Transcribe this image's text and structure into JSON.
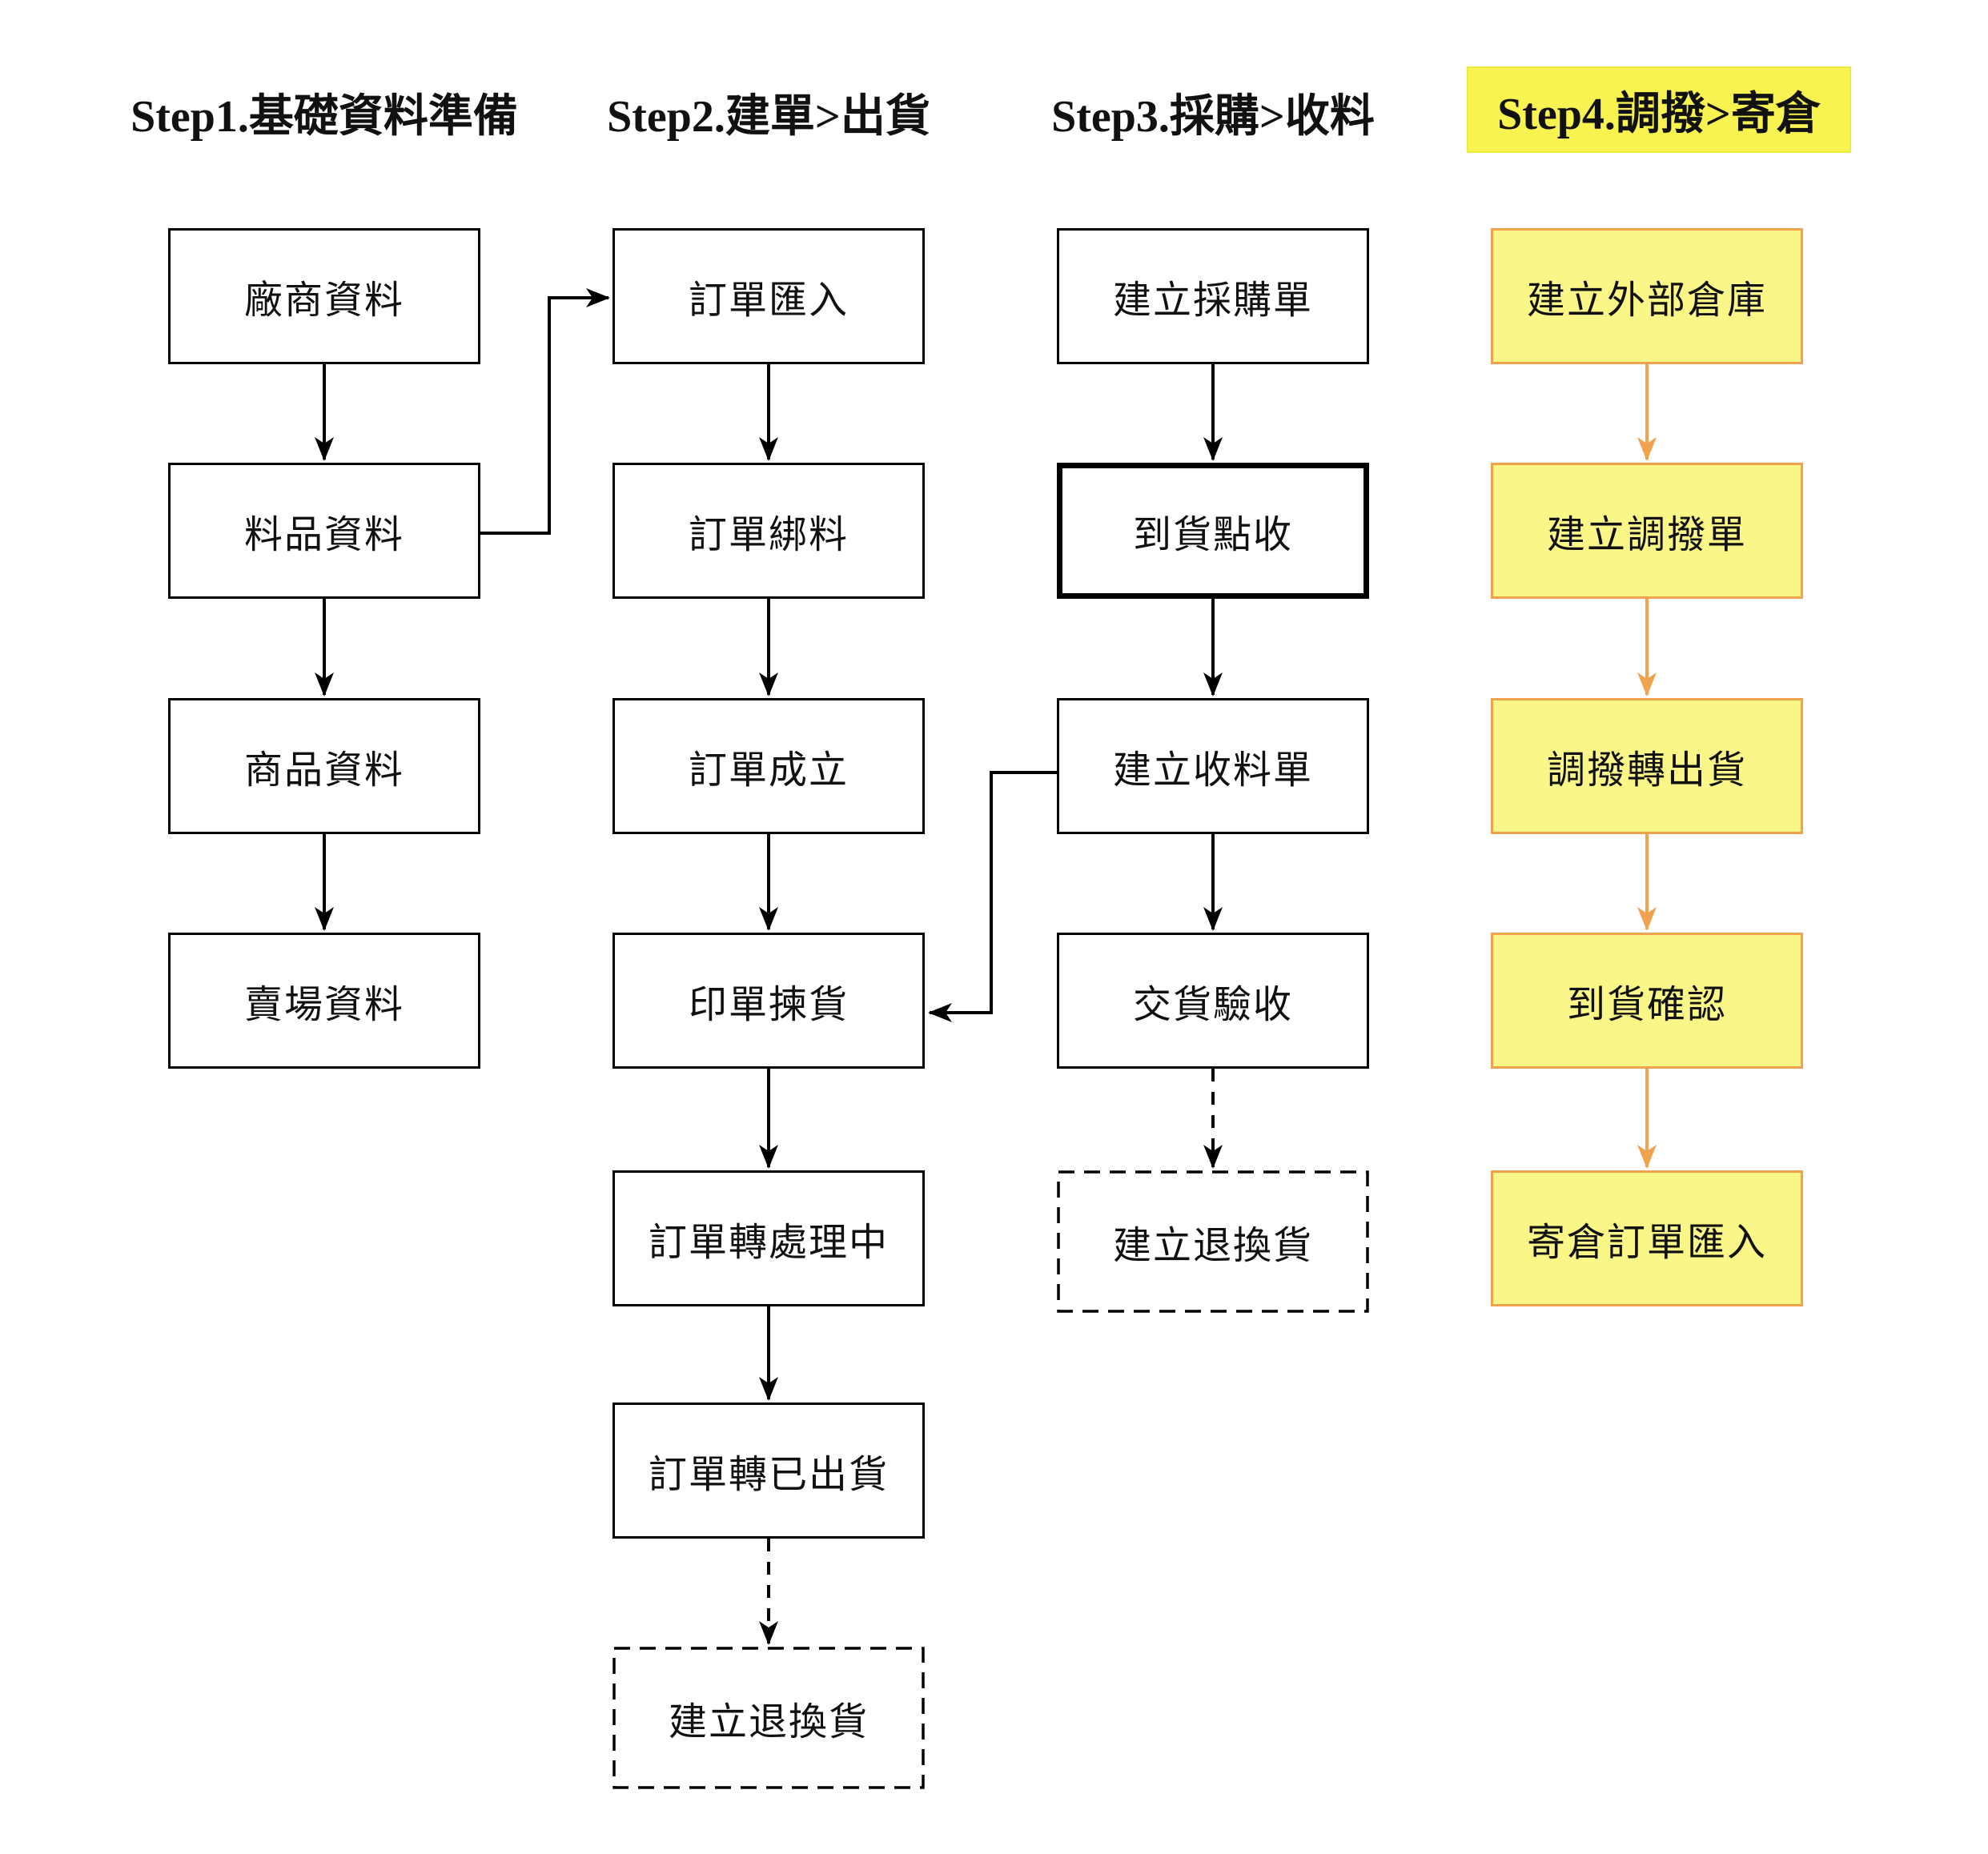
{
  "diagram": {
    "type": "flowchart",
    "background": "#ffffff"
  },
  "colors": {
    "node_border": "#000000",
    "node_fill": "#ffffff",
    "highlight_node_fill": "#faf687",
    "highlight_node_border": "#f0a24f",
    "highlight_header_bg": "#f8f351",
    "arrow_black": "#000000",
    "arrow_orange": "#f0a24f",
    "text": "#111111"
  },
  "columns": [
    {
      "id": "step1",
      "header": "Step1.基礎資料準備",
      "header_highlight": false,
      "nodes": [
        {
          "id": "vendor-data",
          "label": "廠商資料",
          "style": "plain"
        },
        {
          "id": "material-data",
          "label": "料品資料",
          "style": "plain"
        },
        {
          "id": "product-data",
          "label": "商品資料",
          "style": "plain"
        },
        {
          "id": "store-data",
          "label": "賣場資料",
          "style": "plain"
        }
      ]
    },
    {
      "id": "step2",
      "header": "Step2.建單>出貨",
      "header_highlight": false,
      "nodes": [
        {
          "id": "order-import",
          "label": "訂單匯入",
          "style": "plain"
        },
        {
          "id": "order-bind-material",
          "label": "訂單綁料",
          "style": "plain"
        },
        {
          "id": "order-established",
          "label": "訂單成立",
          "style": "plain"
        },
        {
          "id": "print-pick",
          "label": "印單揀貨",
          "style": "plain"
        },
        {
          "id": "order-to-processing",
          "label": "訂單轉處理中",
          "style": "plain"
        },
        {
          "id": "order-to-shipped",
          "label": "訂單轉已出貨",
          "style": "plain"
        },
        {
          "id": "create-return-exchange-sales",
          "label": "建立退換貨",
          "style": "dashed"
        }
      ]
    },
    {
      "id": "step3",
      "header": "Step3.採購>收料",
      "header_highlight": false,
      "nodes": [
        {
          "id": "create-purchase-order",
          "label": "建立採購單",
          "style": "plain"
        },
        {
          "id": "arrival-check",
          "label": "到貨點收",
          "style": "bold-border"
        },
        {
          "id": "create-receiving-note",
          "label": "建立收料單",
          "style": "plain"
        },
        {
          "id": "delivery-acceptance",
          "label": "交貨驗收",
          "style": "plain"
        },
        {
          "id": "create-return-exchange-purchase",
          "label": "建立退換貨",
          "style": "dashed"
        }
      ]
    },
    {
      "id": "step4",
      "header": "Step4.調撥>寄倉",
      "header_highlight": true,
      "nodes": [
        {
          "id": "create-external-warehouse",
          "label": "建立外部倉庫",
          "style": "highlight"
        },
        {
          "id": "create-transfer-order",
          "label": "建立調撥單",
          "style": "highlight"
        },
        {
          "id": "transfer-to-shipment",
          "label": "調撥轉出貨",
          "style": "highlight"
        },
        {
          "id": "arrival-confirm",
          "label": "到貨確認",
          "style": "highlight"
        },
        {
          "id": "consignment-order-import",
          "label": "寄倉訂單匯入",
          "style": "highlight"
        }
      ]
    }
  ],
  "edges": [
    {
      "from": "vendor-data",
      "to": "material-data",
      "style": "solid"
    },
    {
      "from": "material-data",
      "to": "product-data",
      "style": "solid"
    },
    {
      "from": "product-data",
      "to": "store-data",
      "style": "solid"
    },
    {
      "from": "material-data",
      "to": "order-import",
      "style": "elbow"
    },
    {
      "from": "order-import",
      "to": "order-bind-material",
      "style": "solid"
    },
    {
      "from": "order-bind-material",
      "to": "order-established",
      "style": "solid"
    },
    {
      "from": "order-established",
      "to": "print-pick",
      "style": "solid"
    },
    {
      "from": "print-pick",
      "to": "order-to-processing",
      "style": "solid"
    },
    {
      "from": "order-to-processing",
      "to": "order-to-shipped",
      "style": "solid"
    },
    {
      "from": "order-to-shipped",
      "to": "create-return-exchange-sales",
      "style": "dashed"
    },
    {
      "from": "create-purchase-order",
      "to": "arrival-check",
      "style": "solid"
    },
    {
      "from": "arrival-check",
      "to": "create-receiving-note",
      "style": "solid"
    },
    {
      "from": "create-receiving-note",
      "to": "delivery-acceptance",
      "style": "solid"
    },
    {
      "from": "delivery-acceptance",
      "to": "create-return-exchange-purchase",
      "style": "dashed"
    },
    {
      "from": "create-receiving-note",
      "to": "print-pick",
      "style": "elbow"
    },
    {
      "from": "create-external-warehouse",
      "to": "create-transfer-order",
      "style": "solid-orange"
    },
    {
      "from": "create-transfer-order",
      "to": "transfer-to-shipment",
      "style": "solid-orange"
    },
    {
      "from": "transfer-to-shipment",
      "to": "arrival-confirm",
      "style": "solid-orange"
    },
    {
      "from": "arrival-confirm",
      "to": "consignment-order-import",
      "style": "solid-orange"
    }
  ]
}
